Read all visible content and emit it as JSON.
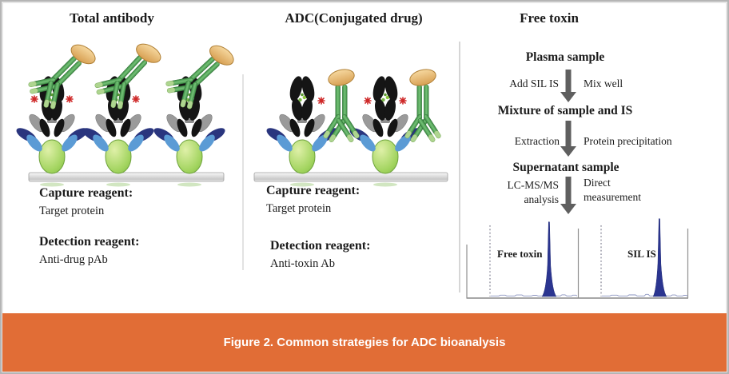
{
  "panel_total": {
    "title": "Total antibody",
    "capture_label": "Capture reagent:",
    "capture_value": "Target protein",
    "detection_label": "Detection reagent:",
    "detection_value": "Anti-drug pAb"
  },
  "panel_adc": {
    "title": "ADC(Conjugated drug)",
    "capture_label": "Capture reagent:",
    "capture_value": "Target protein",
    "detection_label": "Detection reagent:",
    "detection_value": "Anti-toxin Ab"
  },
  "panel_free_toxin": {
    "title": "Free toxin",
    "steps": {
      "plasma": "Plasma sample",
      "mixture": "Mixture of sample and IS",
      "supernatant": "Supernatant sample"
    },
    "arrow1": {
      "left": "Add SIL IS",
      "right": "Mix well"
    },
    "arrow2": {
      "left": "Extraction",
      "right": "Protein precipitation"
    },
    "arrow3": {
      "left_line1": "LC-MS/MS",
      "left_line2": "analysis",
      "right_line1": "Direct",
      "right_line2": "measurement"
    },
    "chromatogram": {
      "label_left": "Free toxin",
      "label_right": "SIL IS"
    }
  },
  "footer": {
    "caption": "Figure 2. Common strategies for ADC bioanalysis"
  },
  "icons": {
    "detection_label": "tan-ellipse-tag",
    "detection_antibody": "green-Y-antibody",
    "adc_antibody": "black-antibody",
    "capture_reagent": "blue-gray-oval-fan",
    "target_protein": "green-ellipse",
    "drug_site_marker": "red-asterisk",
    "flow_arrow": "down-arrow",
    "peak": "sharp-navy-spike"
  },
  "colors": {
    "footer_bg": "#e16d36",
    "footer_text": "#ffffff",
    "antibody_green": "#58a55c",
    "antibody_green_tip": "#aed58f",
    "drug_antibody_black": "#151515",
    "capture_gray": "#9a9a9a",
    "capture_navy": "#2a357e",
    "capture_blue": "#5b9bd5",
    "target_green": "#a2d45f",
    "label_tan": "#e8bc72",
    "asterisk_red": "#cf2a2a",
    "peak_navy": "#2b3590",
    "arrow_gray": "#5f5f5f",
    "surface_gray": "#cccccc"
  }
}
